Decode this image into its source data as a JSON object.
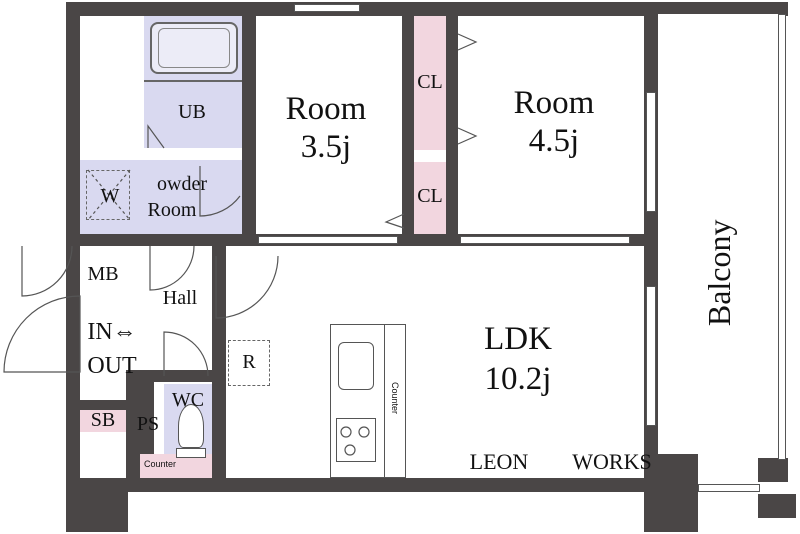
{
  "rooms": {
    "ub": "UB",
    "powder_line1": "owder",
    "powder_line2": "Room",
    "washer": "W",
    "room_a_line1": "Room",
    "room_a_line2": "3.5j",
    "room_b_line1": "Room",
    "room_b_line2": "4.5j",
    "closet_top": "CL",
    "closet_bottom": "CL",
    "mb": "MB",
    "hall": "Hall",
    "entrance_line1": "IN⇔",
    "entrance_line2": "OUT",
    "sb": "SB",
    "ps": "PS",
    "wc": "WC",
    "fridge": "R",
    "ldk_line1": "LDK",
    "ldk_line2": "10.2j",
    "kitchen_counter": "Counter",
    "entry_counter": "Counter",
    "balcony": "Balcony"
  },
  "branding": {
    "left": "LEON",
    "right": "WORKS"
  },
  "colors": {
    "wall": "#4a4646",
    "unit_bath": "#d9d9f0",
    "closet": "#f2d6df"
  }
}
